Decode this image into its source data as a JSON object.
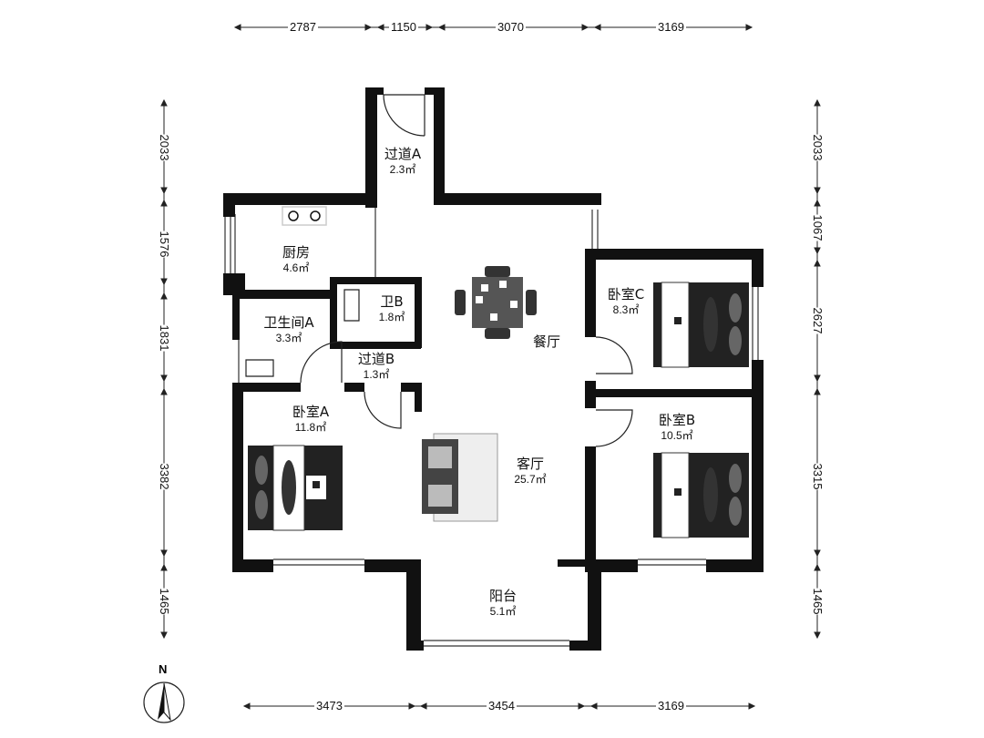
{
  "dimensions": {
    "top": [
      "2787",
      "1150",
      "3070",
      "3169"
    ],
    "bottom": [
      "3473",
      "3454",
      "3169"
    ],
    "left": [
      "2033",
      "1576",
      "1831",
      "3382",
      "1465"
    ],
    "right": [
      "2033",
      "1067",
      "2627",
      "3315",
      "1465"
    ]
  },
  "rooms": {
    "corridor_a": {
      "name": "过道A",
      "area": "2.3㎡"
    },
    "kitchen": {
      "name": "厨房",
      "area": "4.6㎡"
    },
    "bath_b": {
      "name": "卫B",
      "area": "1.8㎡"
    },
    "bath_a": {
      "name": "卫生间A",
      "area": "3.3㎡"
    },
    "corridor_b": {
      "name": "过道B",
      "area": "1.3㎡"
    },
    "dining": {
      "name": "餐厅"
    },
    "bedroom_c": {
      "name": "卧室C",
      "area": "8.3㎡"
    },
    "bedroom_a": {
      "name": "卧室A",
      "area": "11.8㎡"
    },
    "living": {
      "name": "客厅",
      "area": "25.7㎡"
    },
    "bedroom_b": {
      "name": "卧室B",
      "area": "10.5㎡"
    },
    "balcony": {
      "name": "阳台",
      "area": "5.1㎡"
    }
  },
  "compass": {
    "label": "N"
  }
}
